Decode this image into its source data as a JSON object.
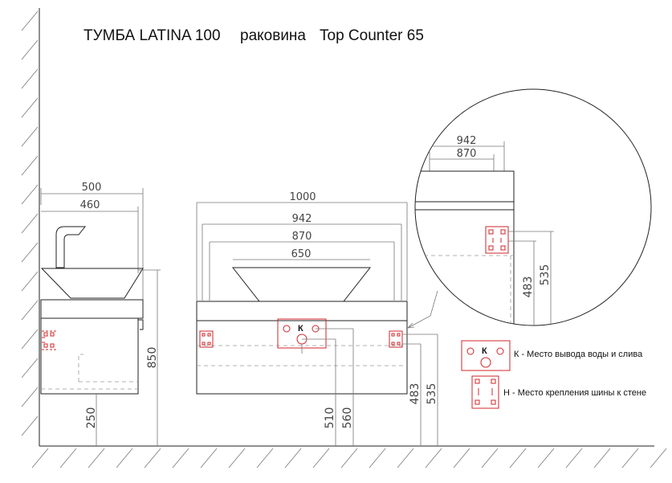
{
  "title": {
    "model": "ТУМБА LATINA 100",
    "sink": "раковина",
    "sink_model": "Top Counter 65"
  },
  "side_view": {
    "width_outer": "500",
    "width_inner": "460",
    "height_total": "850",
    "height_bottom": "250"
  },
  "front_view": {
    "width_total": "1000",
    "width_942": "942",
    "width_870": "870",
    "sink_width": "650",
    "h_510": "510",
    "h_560": "560",
    "h_483": "483",
    "h_535": "535",
    "k_label": "К"
  },
  "detail_view": {
    "width_942": "942",
    "width_870": "870",
    "h_483": "483",
    "h_535": "535"
  },
  "legend": {
    "k_symbol": "К",
    "k_text": "К - Место вывода воды и слива",
    "h_text": "Н - Место крепления шины к стене"
  }
}
